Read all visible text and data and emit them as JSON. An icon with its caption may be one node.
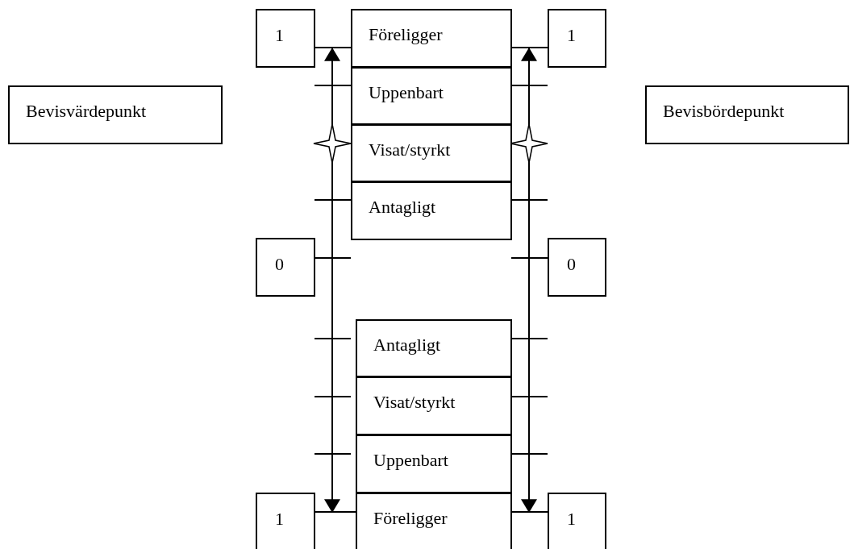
{
  "diagram": {
    "nodes": [
      {
        "text": [
          "Bevisvärdepunkt"
        ]
      },
      {
        "text": [
          "Bevisbördepunkt"
        ]
      },
      {
        "text": [
          "1"
        ]
      },
      {
        "text": [
          "Föreligger"
        ]
      },
      {
        "text": [
          "Uppenbart"
        ]
      },
      {
        "text": [
          "Visat/styrkt"
        ]
      },
      {
        "text": [
          "Antagligt"
        ]
      },
      {
        "text": [
          "1"
        ]
      },
      {
        "text": [
          "0"
        ]
      },
      {
        "text": [
          "0"
        ]
      },
      {
        "text": [
          "Antagligt"
        ]
      },
      {
        "text": [
          "Visat/styrkt"
        ]
      },
      {
        "text": [
          "Uppenbart"
        ]
      },
      {
        "text": [
          "1"
        ]
      },
      {
        "text": [
          "Föreligger"
        ]
      },
      {
        "text": [
          "1"
        ]
      }
    ],
    "edges": [
      {
        "from": 2,
        "to": 3,
        "arrow": "none"
      },
      {
        "from": 3,
        "to": 7,
        "arrow": "none"
      },
      {
        "from": 13,
        "to": 14,
        "arrow": "none"
      },
      {
        "from": 14,
        "to": 15,
        "arrow": "none"
      },
      {
        "from": 2,
        "to": 13,
        "arrow": "both"
      },
      {
        "from": 7,
        "to": 15,
        "arrow": "both"
      }
    ]
  }
}
